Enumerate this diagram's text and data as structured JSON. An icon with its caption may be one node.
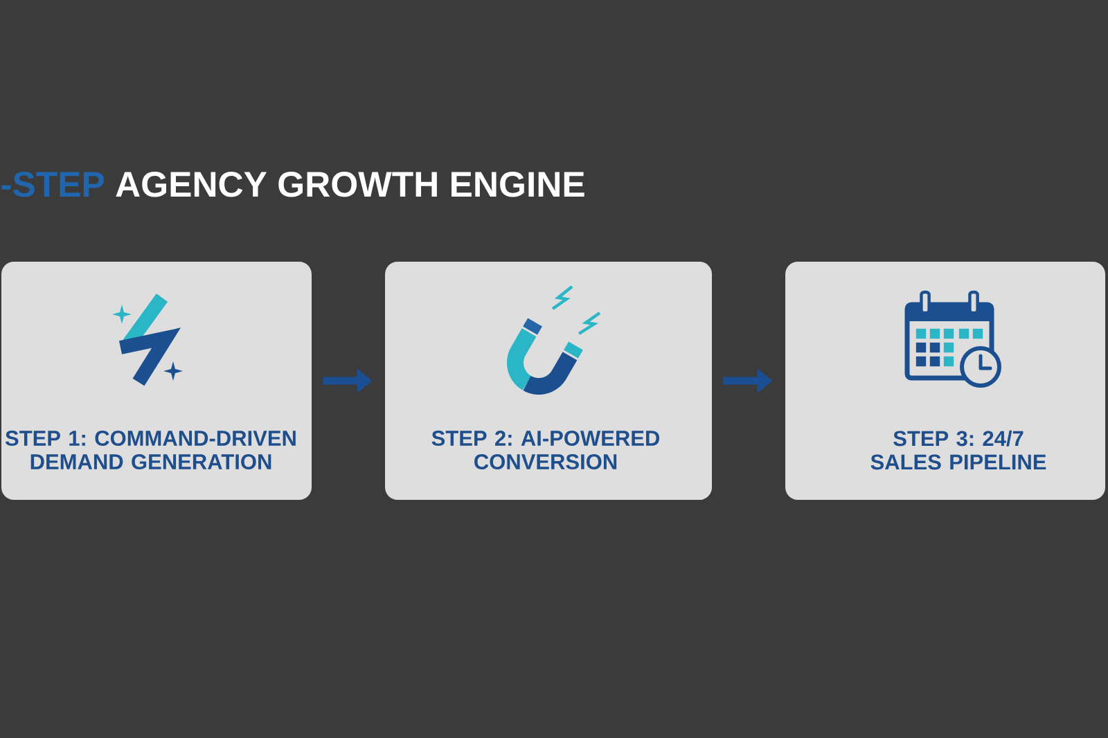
{
  "diagram": {
    "title": "-STEP AGENCY GROWTH ENGINE",
    "nodes": [
      {
        "text": [
          "STEP 1: COMMAND-DRIVEN DEMAND GENERATION"
        ]
      },
      {
        "text": [
          "STEP 2: AI-POWERED CONVERSION"
        ]
      },
      {
        "text": [
          "STEP 3: 24/7 SALES PIPELINE"
        ]
      }
    ],
    "edges": [
      {
        "from": 0,
        "to": 1,
        "arrow": "to"
      },
      {
        "from": 1,
        "to": 2,
        "arrow": "to"
      }
    ]
  }
}
